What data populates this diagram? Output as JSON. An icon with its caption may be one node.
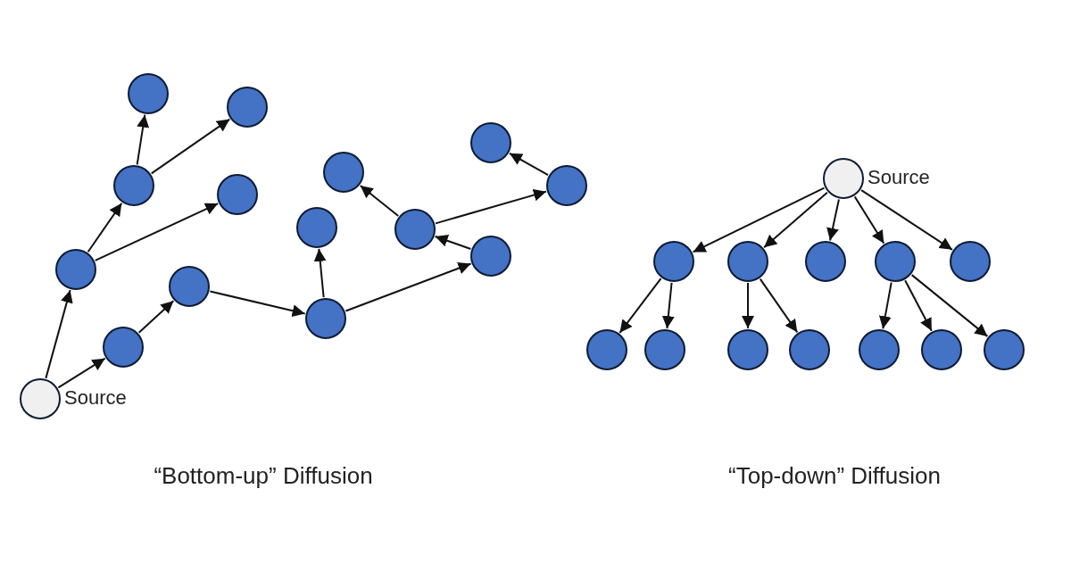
{
  "diagram": {
    "nodes": [
      {
        "text": [],
        "shape": "circle",
        "beside": [
          "Source"
        ]
      },
      {
        "text": [],
        "shape": "circle"
      },
      {
        "text": [],
        "shape": "circle"
      },
      {
        "text": [],
        "shape": "circle"
      },
      {
        "text": [],
        "shape": "circle"
      },
      {
        "text": [],
        "shape": "circle"
      },
      {
        "text": [],
        "shape": "circle"
      },
      {
        "text": [],
        "shape": "circle"
      },
      {
        "text": [],
        "shape": "circle"
      },
      {
        "text": [],
        "shape": "circle"
      },
      {
        "text": [],
        "shape": "circle"
      },
      {
        "text": [],
        "shape": "circle"
      },
      {
        "text": [],
        "shape": "circle"
      },
      {
        "text": [],
        "shape": "circle"
      },
      {
        "text": [],
        "shape": "circle"
      },
      {
        "text": [],
        "shape": "circle",
        "beside": [
          "Source"
        ]
      },
      {
        "text": [],
        "shape": "circle"
      },
      {
        "text": [],
        "shape": "circle"
      },
      {
        "text": [],
        "shape": "circle"
      },
      {
        "text": [],
        "shape": "circle"
      },
      {
        "text": [],
        "shape": "circle"
      },
      {
        "text": [],
        "shape": "circle"
      },
      {
        "text": [],
        "shape": "circle"
      },
      {
        "text": [],
        "shape": "circle"
      },
      {
        "text": [],
        "shape": "circle"
      },
      {
        "text": [],
        "shape": "circle"
      },
      {
        "text": [],
        "shape": "circle"
      },
      {
        "text": [],
        "shape": "circle"
      }
    ],
    "edges": [
      {
        "from": 0,
        "to": 1,
        "arrow": "to"
      },
      {
        "from": 0,
        "to": 2,
        "arrow": "to"
      },
      {
        "from": 1,
        "to": 3,
        "arrow": "to"
      },
      {
        "from": 1,
        "to": 6,
        "arrow": "to"
      },
      {
        "from": 3,
        "to": 4,
        "arrow": "to"
      },
      {
        "from": 3,
        "to": 5,
        "arrow": "to"
      },
      {
        "from": 2,
        "to": 7,
        "arrow": "to"
      },
      {
        "from": 7,
        "to": 8,
        "arrow": "to"
      },
      {
        "from": 8,
        "to": 9,
        "arrow": "to"
      },
      {
        "from": 8,
        "to": 12,
        "arrow": "to"
      },
      {
        "from": 12,
        "to": 11,
        "arrow": "to"
      },
      {
        "from": 11,
        "to": 10,
        "arrow": "to"
      },
      {
        "from": 11,
        "to": 14,
        "arrow": "to"
      },
      {
        "from": 14,
        "to": 13,
        "arrow": "to"
      },
      {
        "from": 15,
        "to": 16,
        "arrow": "to"
      },
      {
        "from": 15,
        "to": 17,
        "arrow": "to"
      },
      {
        "from": 15,
        "to": 18,
        "arrow": "to"
      },
      {
        "from": 15,
        "to": 19,
        "arrow": "to"
      },
      {
        "from": 15,
        "to": 20,
        "arrow": "to"
      },
      {
        "from": 16,
        "to": 21,
        "arrow": "to"
      },
      {
        "from": 16,
        "to": 22,
        "arrow": "to"
      },
      {
        "from": 17,
        "to": 23,
        "arrow": "to"
      },
      {
        "from": 17,
        "to": 24,
        "arrow": "to"
      },
      {
        "from": 19,
        "to": 25,
        "arrow": "to"
      },
      {
        "from": 19,
        "to": 26,
        "arrow": "to"
      },
      {
        "from": 19,
        "to": 27,
        "arrow": "to"
      }
    ],
    "labels": [
      "“Bottom-up” Diffusion",
      "“Top-down” Diffusion"
    ]
  }
}
